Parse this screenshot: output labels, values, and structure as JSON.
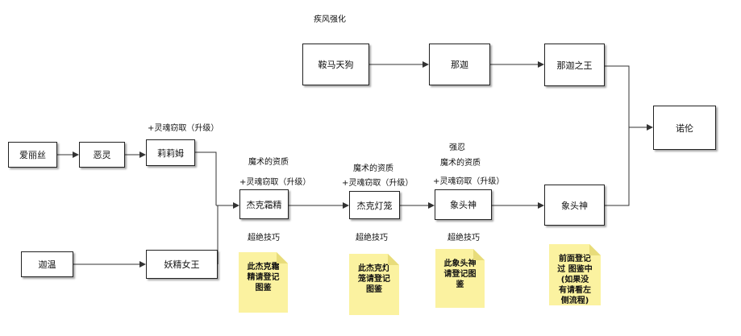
{
  "nodes": {
    "alice": "爱丽丝",
    "evil_spirit": "恶灵",
    "lilim": "莉莉姆",
    "gawain": "迦温",
    "fairy_queen": "妖精女王",
    "jack_frost": "杰克霜精",
    "jack_lantern": "杰克灯笼",
    "ganesha_1": "象头神",
    "ganesha_2": "象头神",
    "kurama": "鞍马天狗",
    "naga": "那迦",
    "naga_king": "那迦之王",
    "nuwa": "诺伦"
  },
  "labels": {
    "wind_boost": "疾风强化",
    "soul_steal_1": "+灵魂窃取（升级）",
    "magic_quality_1": "魔术的资质",
    "soul_steal_2": "+灵魂窃取（升级）",
    "magic_quality_2": "魔术的资质",
    "soul_steal_3": "+灵魂窃取（升级）",
    "strong_endure": "强忍",
    "magic_quality_3": "魔术的资质",
    "soul_steal_4": "+灵魂窃取（升级）",
    "skill_1": "超绝技巧",
    "skill_2": "超绝技巧",
    "skill_3": "超绝技巧"
  },
  "notes": {
    "note_1": "此杰克霜\n精请登记\n图鉴",
    "note_2": "此杰克灯\n笼请登记\n图鉴",
    "note_3": "此象头神\n请登记图\n鉴",
    "note_4": "前面登记\n过 图鉴中\n(如果没\n有请看左\n侧流程)"
  },
  "colors": {
    "line": "#333333",
    "note": "#fbf2a0"
  }
}
